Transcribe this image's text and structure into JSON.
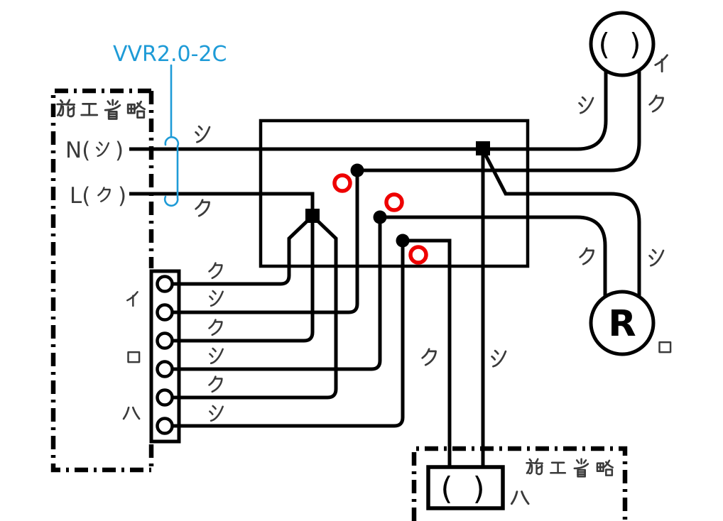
{
  "cable_annotation": {
    "label": "VVR2.0-2C"
  },
  "source": {
    "area_label": "施工省略",
    "neutral_label": "N(シ)",
    "live_label": "L(ク)",
    "neutral_prefix": "N(",
    "live_prefix": "L(",
    "paren_close": ")",
    "neutral_wire_mark": "シ",
    "live_wire_mark": "ク",
    "neutral_line_mark": "シ",
    "live_line_mark": "ク"
  },
  "switch_block": {
    "groups": [
      {
        "name": "イ",
        "top_wire": "ク",
        "bottom_wire": "シ"
      },
      {
        "name": "ロ",
        "top_wire": "ク",
        "bottom_wire": "シ"
      },
      {
        "name": "ハ",
        "top_wire": "ク",
        "bottom_wire": "シ"
      }
    ]
  },
  "lamp_i": {
    "symbol": "( )",
    "name": "イ",
    "left_wire": "シ",
    "right_wire": "ク"
  },
  "load_r": {
    "symbol": "R",
    "name": "ロ",
    "left_wire": "ク",
    "right_wire": "シ"
  },
  "lamp_ha": {
    "symbol": "( )",
    "name": "ハ",
    "left_wire": "ク",
    "right_wire": "シ",
    "area_label": "施工省略"
  },
  "connectors": {
    "junction_dot_count": 3,
    "junction_square_count": 2,
    "ring_sleeve_mark_count": 3
  },
  "colors": {
    "wire": "#000000",
    "label": "#3a3a3a",
    "annotation_blue": "#1e9bd7",
    "sleeve_red": "#ee0000"
  }
}
